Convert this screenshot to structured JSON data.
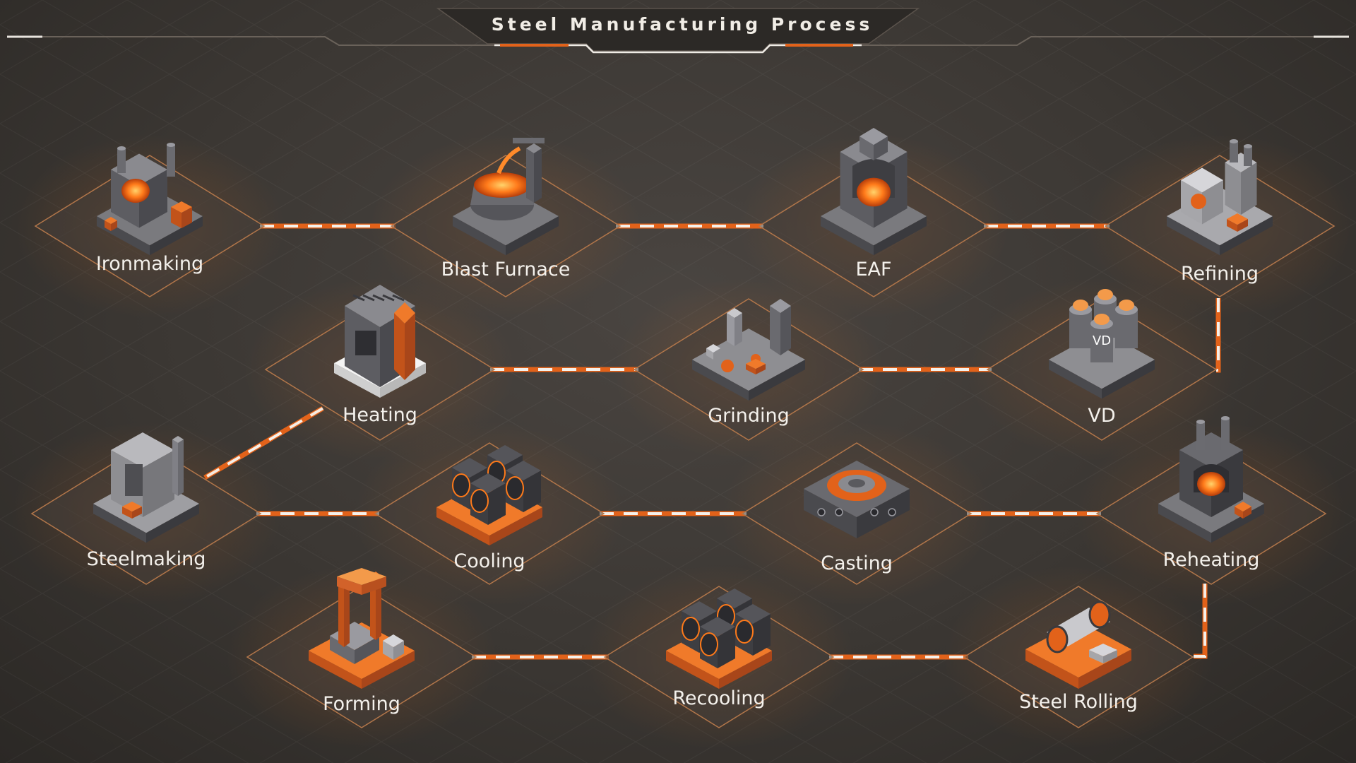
{
  "title": "Steel Manufacturing Process",
  "colors": {
    "accent": "#e2621a",
    "dash": "#f4f1ec",
    "tile_edge": "#b2764a",
    "label": "#f4f1ec",
    "machine_dark": "#5a5a5e",
    "machine_light": "#a9a9ad",
    "glow": "#ff7a1a"
  },
  "nodes": [
    {
      "id": "ironmaking",
      "label": "Ironmaking",
      "icon": "furnace-machine-icon"
    },
    {
      "id": "blast-furnace",
      "label": "Blast Furnace",
      "icon": "molten-ladle-icon"
    },
    {
      "id": "eaf",
      "label": "EAF",
      "icon": "electric-arc-furnace-icon"
    },
    {
      "id": "refining",
      "label": "Refining",
      "icon": "refining-plant-icon"
    },
    {
      "id": "heating",
      "label": "Heating",
      "icon": "heating-unit-icon"
    },
    {
      "id": "grinding",
      "label": "Grinding",
      "icon": "grinding-station-icon"
    },
    {
      "id": "vd",
      "label": "VD",
      "icon": "vacuum-degassing-tanks-icon",
      "icon_text": "VD"
    },
    {
      "id": "steelmaking",
      "label": "Steelmaking",
      "icon": "steelmaking-press-icon"
    },
    {
      "id": "cooling",
      "label": "Cooling",
      "icon": "cooling-fans-icon"
    },
    {
      "id": "casting",
      "label": "Casting",
      "icon": "casting-wheel-icon"
    },
    {
      "id": "reheating",
      "label": "Reheating",
      "icon": "reheating-furnace-icon"
    },
    {
      "id": "forming",
      "label": "Forming",
      "icon": "forming-press-icon"
    },
    {
      "id": "recooling",
      "label": "Recooling",
      "icon": "cooling-fans-icon"
    },
    {
      "id": "steel-rolling",
      "label": "Steel Rolling",
      "icon": "steel-roller-icon"
    }
  ],
  "connections": [
    {
      "from": "ironmaking",
      "to": "blast-furnace"
    },
    {
      "from": "blast-furnace",
      "to": "eaf"
    },
    {
      "from": "eaf",
      "to": "refining"
    },
    {
      "from": "refining",
      "to": "vd"
    },
    {
      "from": "vd",
      "to": "grinding"
    },
    {
      "from": "grinding",
      "to": "heating"
    },
    {
      "from": "heating",
      "to": "steelmaking"
    },
    {
      "from": "steelmaking",
      "to": "cooling"
    },
    {
      "from": "cooling",
      "to": "casting"
    },
    {
      "from": "casting",
      "to": "reheating"
    },
    {
      "from": "reheating",
      "to": "steel-rolling"
    },
    {
      "from": "steel-rolling",
      "to": "recooling"
    },
    {
      "from": "recooling",
      "to": "forming"
    }
  ]
}
